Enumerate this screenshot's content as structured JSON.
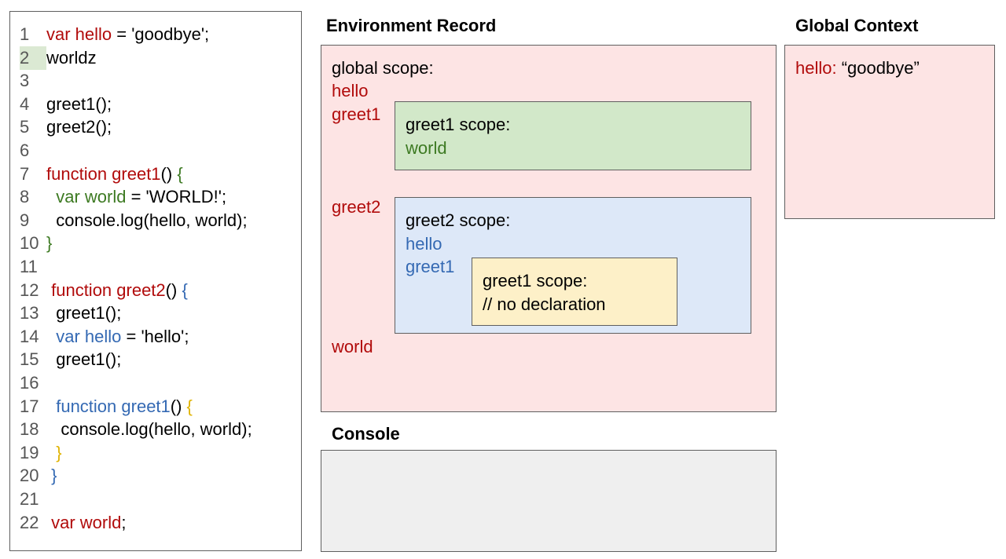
{
  "code": {
    "lines": [
      {
        "num": "1",
        "highlight": false,
        "tokens": [
          {
            "text": "var hello",
            "color": "red"
          },
          {
            "text": " = 'goodbye';",
            "color": "black"
          }
        ]
      },
      {
        "num": "2",
        "highlight": true,
        "tokens": [
          {
            "text": "worldz",
            "color": "black"
          }
        ]
      },
      {
        "num": "3",
        "highlight": false,
        "tokens": []
      },
      {
        "num": "4",
        "highlight": false,
        "tokens": [
          {
            "text": "greet1();",
            "color": "black"
          }
        ]
      },
      {
        "num": "5",
        "highlight": false,
        "tokens": [
          {
            "text": "greet2();",
            "color": "black"
          }
        ]
      },
      {
        "num": "6",
        "highlight": false,
        "tokens": []
      },
      {
        "num": "7",
        "highlight": false,
        "tokens": [
          {
            "text": "function greet1",
            "color": "red"
          },
          {
            "text": "() ",
            "color": "black"
          },
          {
            "text": "{",
            "color": "green"
          }
        ]
      },
      {
        "num": "8",
        "highlight": false,
        "tokens": [
          {
            "text": "  var world",
            "color": "green"
          },
          {
            "text": " = 'WORLD!';",
            "color": "black"
          }
        ]
      },
      {
        "num": "9",
        "highlight": false,
        "tokens": [
          {
            "text": "  console.log(hello, world);",
            "color": "black"
          }
        ]
      },
      {
        "num": "10",
        "highlight": false,
        "tokens": [
          {
            "text": "}",
            "color": "green"
          }
        ]
      },
      {
        "num": "11",
        "highlight": false,
        "tokens": []
      },
      {
        "num": "12",
        "highlight": false,
        "tokens": [
          {
            "text": " function greet2",
            "color": "red"
          },
          {
            "text": "() ",
            "color": "black"
          },
          {
            "text": "{",
            "color": "blue"
          }
        ]
      },
      {
        "num": "13",
        "highlight": false,
        "tokens": [
          {
            "text": "  greet1();",
            "color": "black"
          }
        ]
      },
      {
        "num": "14",
        "highlight": false,
        "tokens": [
          {
            "text": "  var hello",
            "color": "blue"
          },
          {
            "text": " = 'hello';",
            "color": "black"
          }
        ]
      },
      {
        "num": "15",
        "highlight": false,
        "tokens": [
          {
            "text": "  greet1();",
            "color": "black"
          }
        ]
      },
      {
        "num": "16",
        "highlight": false,
        "tokens": []
      },
      {
        "num": "17",
        "highlight": false,
        "tokens": [
          {
            "text": "  function greet1",
            "color": "blue"
          },
          {
            "text": "() ",
            "color": "black"
          },
          {
            "text": "{",
            "color": "gold"
          }
        ]
      },
      {
        "num": "18",
        "highlight": false,
        "tokens": [
          {
            "text": "   console.log(hello, world);",
            "color": "black"
          }
        ]
      },
      {
        "num": "19",
        "highlight": false,
        "tokens": [
          {
            "text": "  }",
            "color": "gold"
          }
        ]
      },
      {
        "num": "20",
        "highlight": false,
        "tokens": [
          {
            "text": " }",
            "color": "blue"
          }
        ]
      },
      {
        "num": "21",
        "highlight": false,
        "tokens": []
      },
      {
        "num": "22",
        "highlight": false,
        "tokens": [
          {
            "text": " var world",
            "color": "red"
          },
          {
            "text": ";",
            "color": "black"
          }
        ]
      }
    ]
  },
  "env": {
    "title": "Environment Record",
    "global_label": "global scope:",
    "global_vars": {
      "hello": "hello",
      "greet1": "greet1",
      "greet2": "greet2",
      "world": "world"
    },
    "greet1_scope": {
      "label": "greet1 scope:",
      "var": "world"
    },
    "greet2_scope": {
      "label": "greet2 scope:",
      "var_hello": "hello",
      "var_greet1": "greet1"
    },
    "inner_greet1_scope": {
      "label": "greet1 scope:",
      "note": "// no declaration"
    }
  },
  "global_context": {
    "title": "Global Context",
    "key": "hello:",
    "value": " “goodbye”"
  },
  "console": {
    "title": "Console",
    "output": ""
  },
  "colors": {
    "red": "#b10b0b",
    "green": "#3d7a22",
    "blue": "#3469b3",
    "gold": "#e0b300",
    "env_bg": "#fde4e4",
    "greet1_bg": "#d2e8c9",
    "greet2_bg": "#dde8f8",
    "inner_bg": "#fdf0c8",
    "console_bg": "#efefef"
  }
}
